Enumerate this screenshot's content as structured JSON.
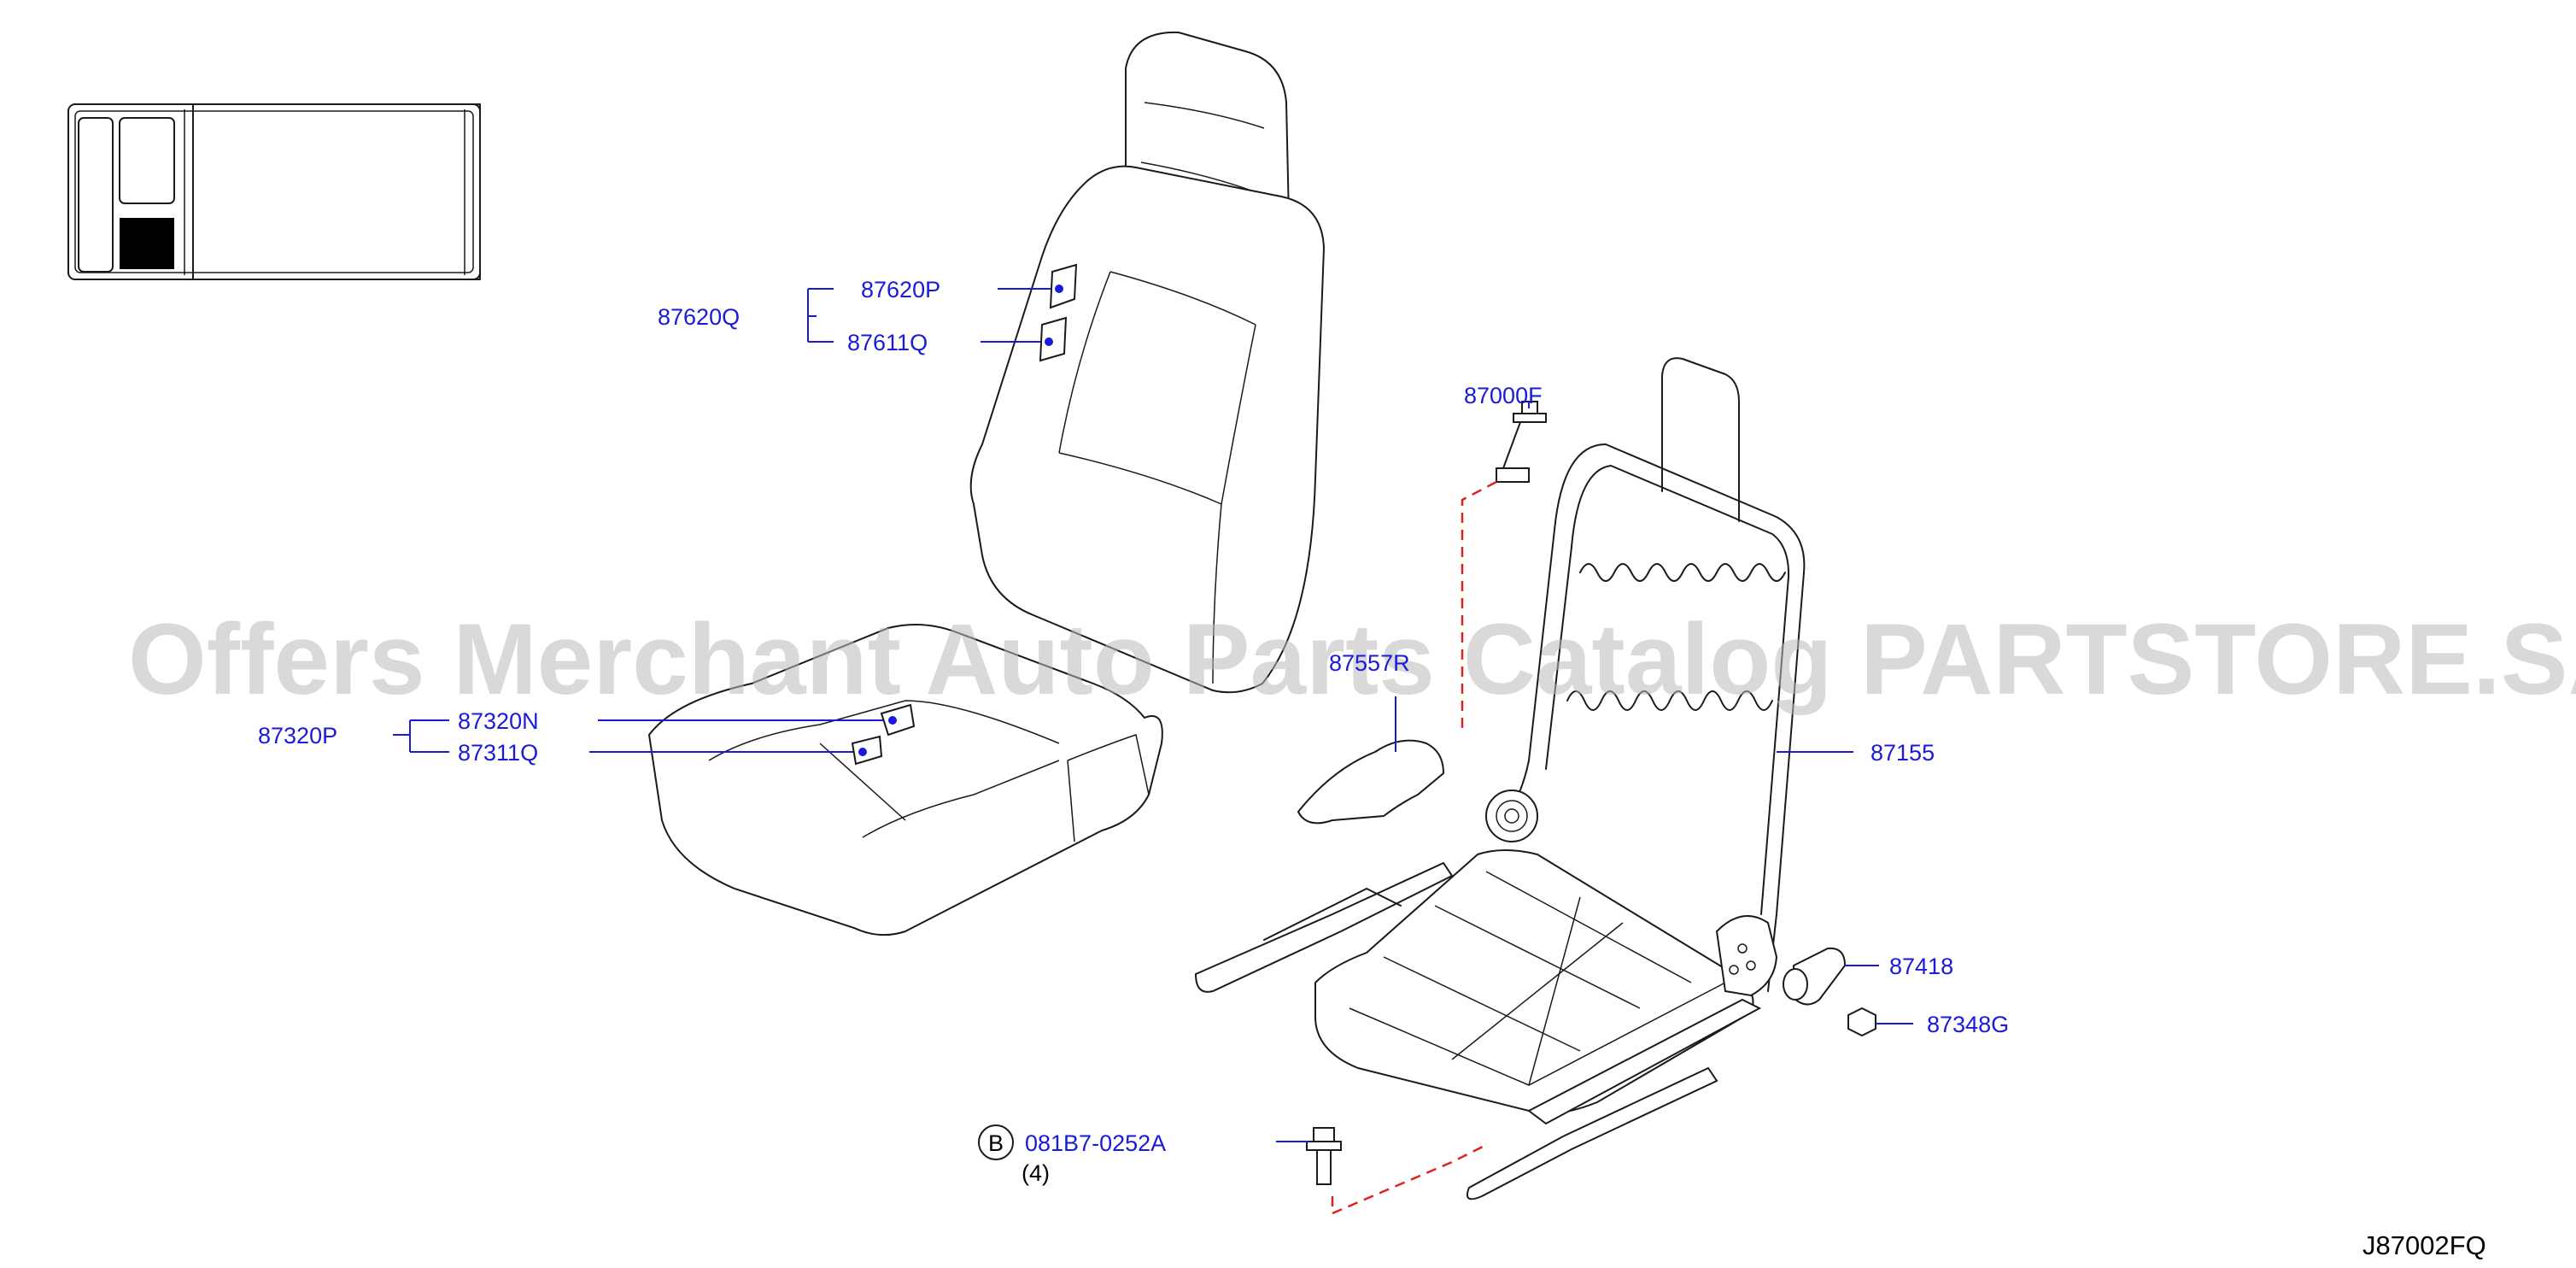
{
  "watermark": "Offers Merchant Auto Parts Catalog PARTSTORE.SA",
  "diagram_code": "J87002FQ",
  "parts": {
    "p87620Q": "87620Q",
    "p87620P": "87620P",
    "p87611Q": "87611Q",
    "p87320P": "87320P",
    "p87320N": "87320N",
    "p87311Q": "87311Q",
    "p87000F": "87000F",
    "p87557R": "87557R",
    "p87155": "87155",
    "p87418": "87418",
    "p87348G": "87348G",
    "bolt_badge": "B",
    "bolt_part": "081B7-0252A",
    "bolt_qty": "(4)"
  },
  "colors": {
    "label_blue": "#1a1adb",
    "dashed_red": "#e02020",
    "line_black": "#1a1a1a"
  }
}
